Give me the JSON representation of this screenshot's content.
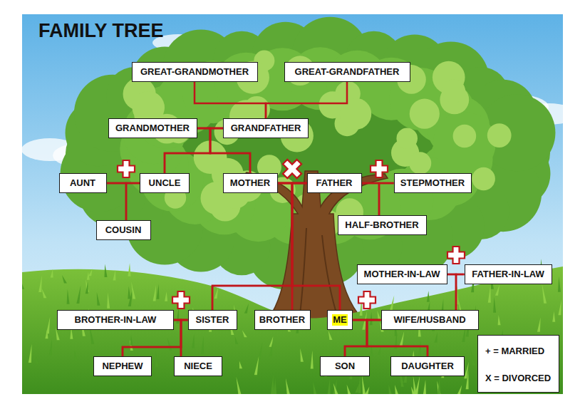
{
  "diagram": {
    "title": "FAMILY TREE",
    "nodes": [
      {
        "text": [
          "GREAT-GRANDMOTHER"
        ]
      },
      {
        "text": [
          "GREAT-GRANDFATHER"
        ]
      },
      {
        "text": [
          "GRANDMOTHER"
        ]
      },
      {
        "text": [
          "GRANDFATHER"
        ]
      },
      {
        "text": [
          "AUNT"
        ]
      },
      {
        "text": [
          "UNCLE"
        ]
      },
      {
        "text": [
          "MOTHER"
        ]
      },
      {
        "text": [
          "FATHER"
        ]
      },
      {
        "text": [
          "STEPMOTHER"
        ]
      },
      {
        "text": [
          "COUSIN"
        ]
      },
      {
        "text": [
          "HALF-BROTHER"
        ]
      },
      {
        "text": [
          "MOTHER-IN-LAW"
        ]
      },
      {
        "text": [
          "FATHER-IN-LAW"
        ]
      },
      {
        "text": [
          "BROTHER-IN-LAW"
        ]
      },
      {
        "text": [
          "SISTER"
        ]
      },
      {
        "text": [
          "BROTHER"
        ]
      },
      {
        "text": [
          "ME"
        ]
      },
      {
        "text": [
          "WIFE/HUSBAND"
        ]
      },
      {
        "text": [
          "NEPHEW"
        ]
      },
      {
        "text": [
          "NIECE"
        ]
      },
      {
        "text": [
          "SON"
        ]
      },
      {
        "text": [
          "DAUGHTER"
        ]
      }
    ],
    "edges": [
      {
        "from": 0,
        "to": 3,
        "arrow": "none"
      },
      {
        "from": 1,
        "to": 3,
        "arrow": "none"
      },
      {
        "from": 2,
        "to": 3,
        "arrow": "none"
      },
      {
        "from": 2,
        "to": 5,
        "arrow": "none"
      },
      {
        "from": 2,
        "to": 6,
        "arrow": "none"
      },
      {
        "from": 3,
        "to": 5,
        "arrow": "none"
      },
      {
        "from": 3,
        "to": 6,
        "arrow": "none"
      },
      {
        "from": 4,
        "to": 5,
        "arrow": "none"
      },
      {
        "from": 4,
        "to": 9,
        "arrow": "none"
      },
      {
        "from": 5,
        "to": 9,
        "arrow": "none"
      },
      {
        "from": 6,
        "to": 7,
        "arrow": "none"
      },
      {
        "from": 6,
        "to": 14,
        "arrow": "none"
      },
      {
        "from": 6,
        "to": 15,
        "arrow": "none"
      },
      {
        "from": 6,
        "to": 16,
        "arrow": "none"
      },
      {
        "from": 7,
        "to": 14,
        "arrow": "none"
      },
      {
        "from": 7,
        "to": 15,
        "arrow": "none"
      },
      {
        "from": 7,
        "to": 16,
        "arrow": "none"
      },
      {
        "from": 7,
        "to": 8,
        "arrow": "none"
      },
      {
        "from": 7,
        "to": 10,
        "arrow": "none"
      },
      {
        "from": 8,
        "to": 10,
        "arrow": "none"
      },
      {
        "from": 11,
        "to": 12,
        "arrow": "none"
      },
      {
        "from": 11,
        "to": 17,
        "arrow": "none"
      },
      {
        "from": 12,
        "to": 17,
        "arrow": "none"
      },
      {
        "from": 13,
        "to": 14,
        "arrow": "none"
      },
      {
        "from": 13,
        "to": 18,
        "arrow": "none"
      },
      {
        "from": 13,
        "to": 19,
        "arrow": "none"
      },
      {
        "from": 14,
        "to": 18,
        "arrow": "none"
      },
      {
        "from": 14,
        "to": 19,
        "arrow": "none"
      },
      {
        "from": 16,
        "to": 17,
        "arrow": "none"
      },
      {
        "from": 16,
        "to": 20,
        "arrow": "none"
      },
      {
        "from": 16,
        "to": 21,
        "arrow": "none"
      },
      {
        "from": 17,
        "to": 20,
        "arrow": "none"
      },
      {
        "from": 17,
        "to": 21,
        "arrow": "none"
      }
    ],
    "legend": [
      {
        "text": "+ = MARRIED"
      },
      {
        "text": "X = DIVORCED"
      }
    ]
  }
}
